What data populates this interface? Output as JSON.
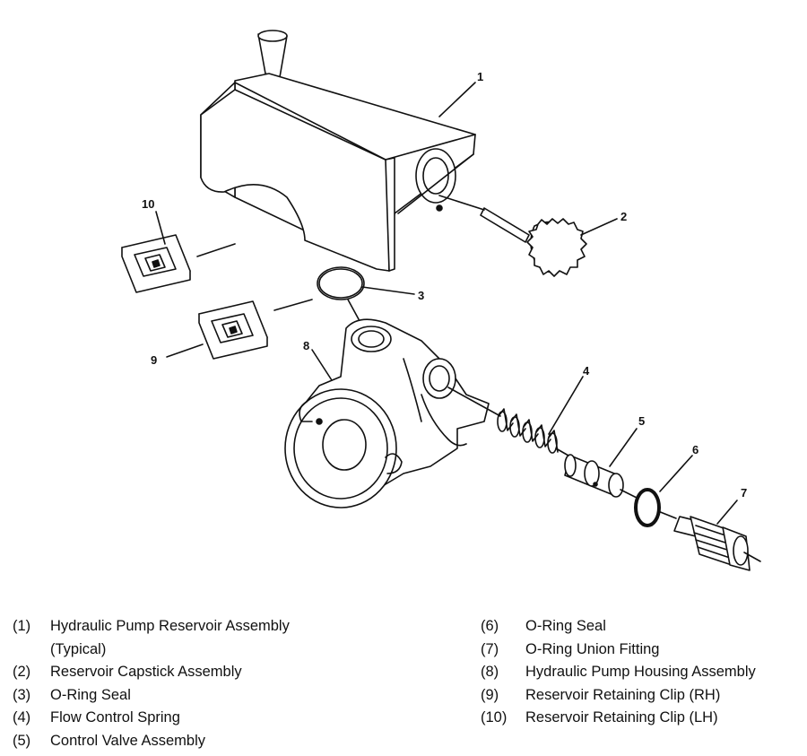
{
  "callouts": [
    "1",
    "2",
    "3",
    "4",
    "5",
    "6",
    "7",
    "8",
    "9",
    "10"
  ],
  "legend_left": [
    {
      "num": "(1)",
      "text": "Hydraulic Pump Reservoir Assembly",
      "cont": "(Typical)"
    },
    {
      "num": "(2)",
      "text": "Reservoir Capstick Assembly"
    },
    {
      "num": "(3)",
      "text": "O-Ring Seal"
    },
    {
      "num": "(4)",
      "text": "Flow Control Spring"
    },
    {
      "num": "(5)",
      "text": "Control Valve Assembly"
    }
  ],
  "legend_right": [
    {
      "num": "(6)",
      "text": "O-Ring Seal"
    },
    {
      "num": "(7)",
      "text": "O-Ring Union Fitting"
    },
    {
      "num": "(8)",
      "text": "Hydraulic Pump Housing Assembly"
    },
    {
      "num": "(9)",
      "text": "Reservoir Retaining Clip (RH)"
    },
    {
      "num": "(10)",
      "text": "Reservoir Retaining Clip (LH)"
    }
  ],
  "colors": {
    "ink": "#111111",
    "paper": "#ffffff"
  }
}
